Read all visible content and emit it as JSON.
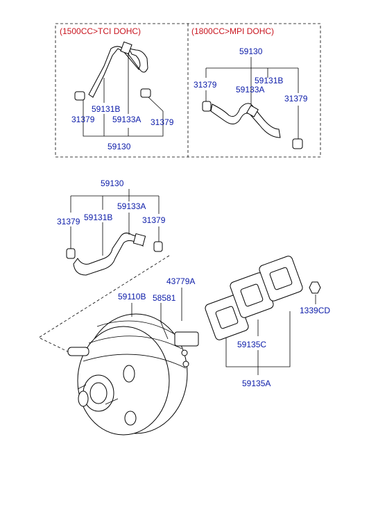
{
  "colors": {
    "part_number": "#0a1aa8",
    "variant_label": "#c8141e",
    "line": "#000000"
  },
  "inset_left": {
    "variant": "(1500CC>TCI DOHC)",
    "labels": {
      "clamp_left": "31379",
      "hose_b": "59131B",
      "hose_a": "59133A",
      "clamp_right": "31379",
      "hose_assy": "59130"
    }
  },
  "inset_right": {
    "variant": "(1800CC>MPI DOHC)",
    "labels": {
      "hose_assy": "59130",
      "clamp_left": "31379",
      "hose_b": "59131B",
      "hose_a": "59133A",
      "clamp_right": "31379"
    }
  },
  "main": {
    "labels": {
      "hose_assy": "59130",
      "clamp_left": "31379",
      "hose_b": "59131B",
      "hose_a": "59133A",
      "clamp_right": "31379",
      "booster": "59110B",
      "stud": "58581",
      "sensor": "43779A",
      "nut": "1339CD",
      "gasket": "59135C",
      "gasket_set": "59135A"
    }
  }
}
